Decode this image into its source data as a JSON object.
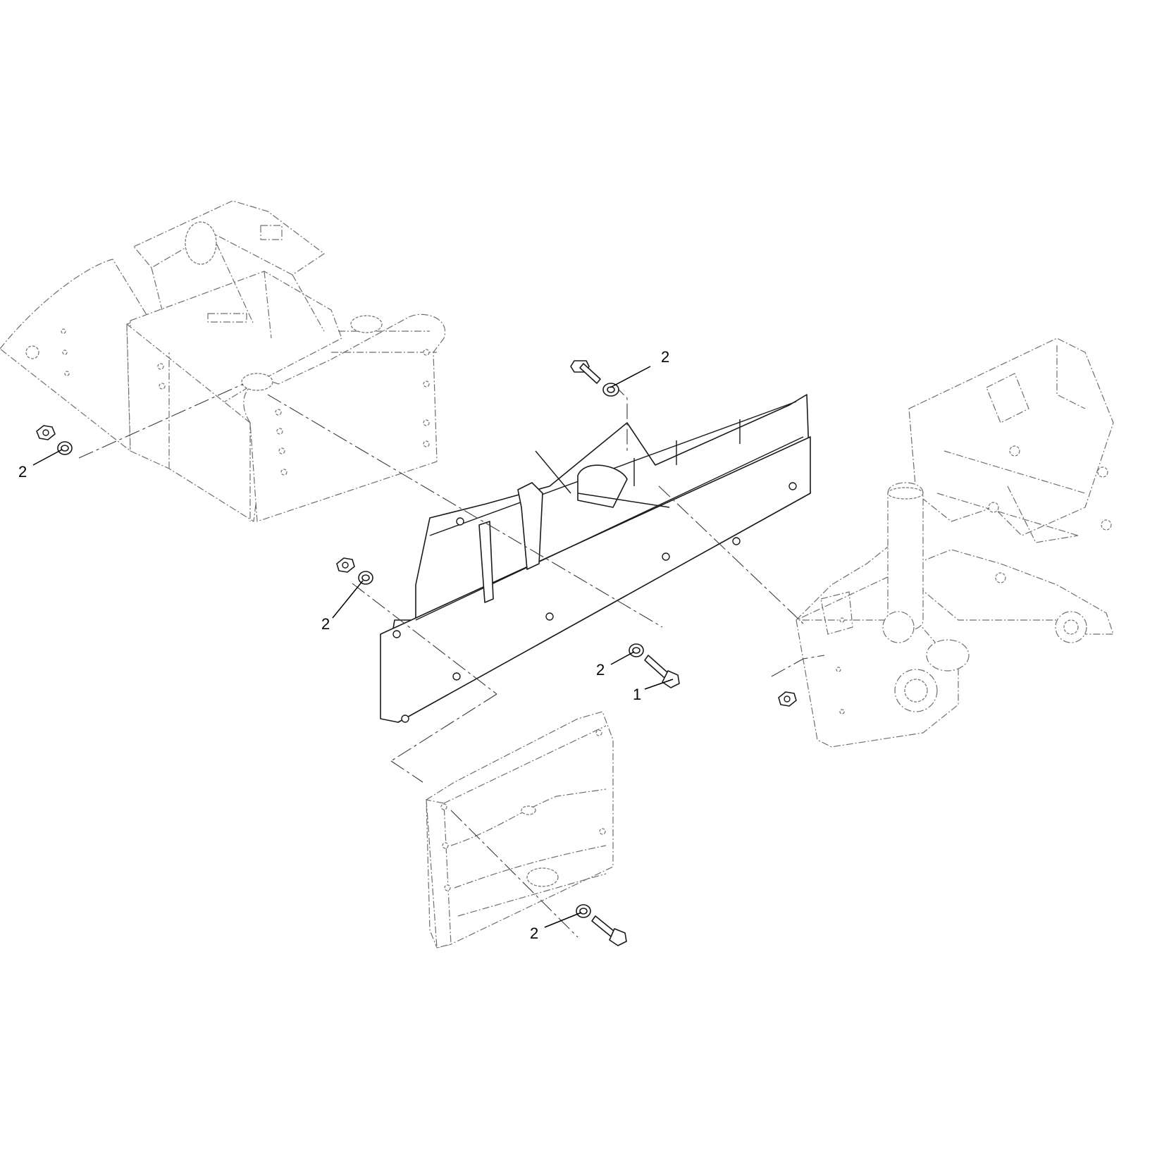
{
  "callouts": [
    {
      "id": "bolt-top",
      "label": "2"
    },
    {
      "id": "nut-left",
      "label": "2"
    },
    {
      "id": "nut-mid",
      "label": "2"
    },
    {
      "id": "washer-center",
      "label": "2"
    },
    {
      "id": "bolt-center",
      "label": "1"
    },
    {
      "id": "bolt-bottom",
      "label": "2"
    }
  ]
}
